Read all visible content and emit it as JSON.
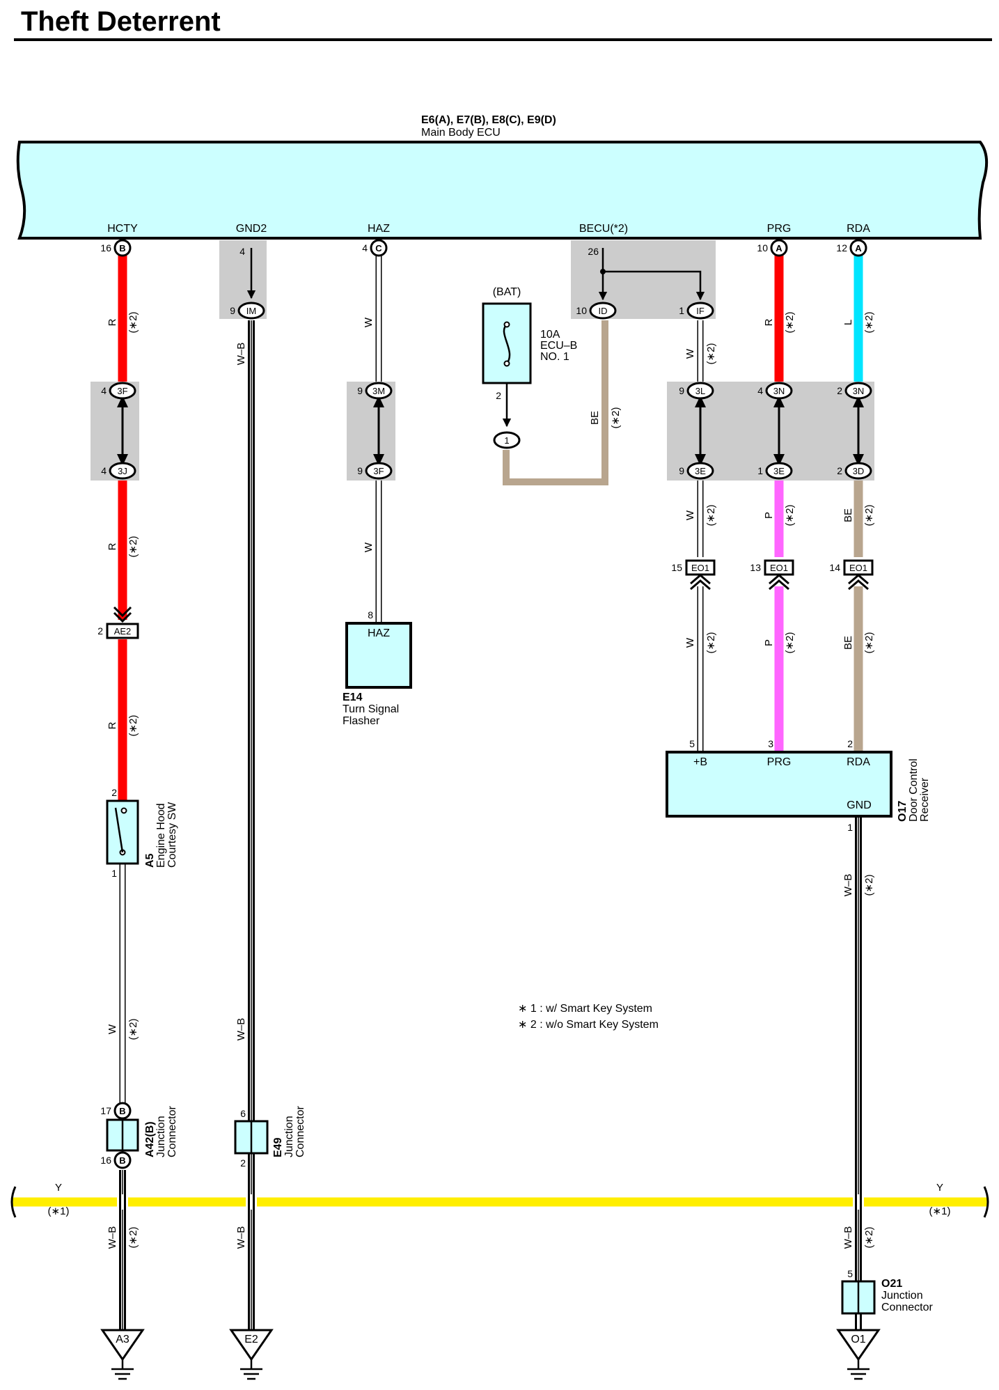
{
  "title": "Theft Deterrent",
  "ecu": {
    "code": "E6(A), E7(B), E8(C), E9(D)",
    "name": "Main Body ECU",
    "terminals": [
      "HCTY",
      "GND2",
      "HAZ",
      "BECU(*2)",
      "PRG",
      "RDA"
    ]
  },
  "pins": {
    "hcty": "16",
    "gnd2": "4",
    "haz": "4",
    "becu": "26",
    "prg": "10",
    "rda": "12",
    "im": "9",
    "id": "10",
    "if": "1",
    "f3_left": "4",
    "j3_left": "4",
    "m3": "9",
    "f3_mid": "9",
    "l3": "9",
    "n3_mid": "4",
    "n3_right": "2",
    "e3_a": "9",
    "e3_b": "1",
    "d3": "2",
    "eo1_a": "15",
    "eo1_b": "13",
    "eo1_c": "14",
    "ae2": "2",
    "a5_top": "2",
    "a5_bot": "1",
    "haz8": "8",
    "fuse2": "2",
    "recv_b": "5",
    "recv_prg": "3",
    "recv_rda": "2",
    "recv_gnd": "1",
    "a42_top": "17",
    "a42_bot": "16",
    "e49_top": "6",
    "e49_bot": "2",
    "o21": "5"
  },
  "connectors": {
    "b": "B",
    "c": "C",
    "a": "A",
    "im": "IM",
    "id": "ID",
    "if": "IF",
    "f3": "3F",
    "j3": "3J",
    "m3": "3M",
    "l3": "3L",
    "n3": "3N",
    "e3": "3E",
    "d3": "3D",
    "eo1": "EO1",
    "ae2": "AE2",
    "one": "1"
  },
  "wires": {
    "r": "R",
    "w": "W",
    "wb": "W–B",
    "be": "BE",
    "p": "P",
    "l": "L",
    "y": "Y",
    "n2": "(∗2)",
    "n1": "(∗1)"
  },
  "fuse": {
    "bat": "(BAT)",
    "rating": "10A",
    "name1": "ECU–B",
    "name2": "NO. 1"
  },
  "components": {
    "e14_code": "E14",
    "e14_l1": "Turn Signal",
    "e14_l2": "Flasher",
    "e14_term": "HAZ",
    "a5_code": "A5",
    "a5_l1": "Engine Hood",
    "a5_l2": "Courtesy SW",
    "o17_code": "O17",
    "o17_l1": "Door Control",
    "o17_l2": "Receiver",
    "recv_terms": [
      "+B",
      "PRG",
      "RDA",
      "GND"
    ],
    "a42_code": "A42(B)",
    "e49_code": "E49",
    "o21_code": "O21",
    "jc_l1": "Junction",
    "jc_l2": "Connector"
  },
  "grounds": [
    "A3",
    "E2",
    "O1"
  ],
  "notes": [
    "∗ 1 : w/ Smart Key System",
    "∗ 2 : w/o Smart Key System"
  ],
  "colors": {
    "red": "#ff0000",
    "white": "#ffffff",
    "blackwhite": "#222222",
    "beige": "#b8a58e",
    "pink": "#ff66ff",
    "blue": "#00e5ff",
    "yellow": "#ffee00",
    "box": "#ccffff",
    "shade": "#cccccc"
  }
}
